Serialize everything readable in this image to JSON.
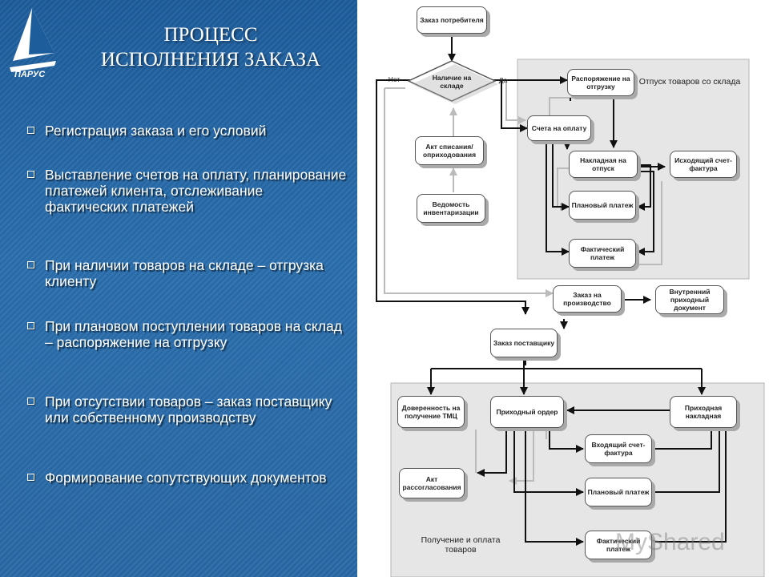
{
  "slide": {
    "logo_text": "ПАРУС",
    "title_line1": "ПРОЦЕСС",
    "title_line2": "ИСПОЛНЕНИЯ ЗАКАЗА",
    "bullets": [
      "Регистрация заказа и его условий",
      "Выставление счетов на оплату, планирование платежей клиента, отслеживание фактических платежей",
      "При наличии товаров на складе – отгрузка клиенту",
      "При плановом поступлении товаров на склад – распоряжение на отгрузку",
      "При отсутствии товаров – заказ поставщику или собственному производству",
      "Формирование сопутствующих документов"
    ]
  },
  "diagram": {
    "group_shipping": "Отпуск товаров со склада",
    "group_receipt": "Получение и оплата товаров",
    "decision": "Наличие на складе",
    "label_no": "Нет",
    "label_yes": "Да",
    "nodes": {
      "order": "Заказ потребителя",
      "writeoff": "Акт списания/ оприходования",
      "inventory": "Ведомость инвентаризации",
      "ship_order": "Распоряжение на отгрузку",
      "invoice_pay": "Счета на оплату",
      "waybill": "Накладная на отпуск",
      "out_invoice": "Исходящий счет-фактура",
      "plan_pay_1": "Плановый платеж",
      "fact_pay_1": "Фактический платеж",
      "prod_order": "Заказ на производство",
      "internal_doc": "Внутренний приходный документ",
      "supplier_order": "Заказ поставщику",
      "power_attorney": "Доверенность на получение ТМЦ",
      "receipt_order": "Приходный ордер",
      "receipt_waybill": "Приходная накладная",
      "in_invoice": "Входящий счет-фактура",
      "reconcile": "Акт рассогласования",
      "plan_pay_2": "Плановый платеж",
      "fact_pay_2": "Фактический платеж"
    },
    "watermark": "MyShared"
  }
}
